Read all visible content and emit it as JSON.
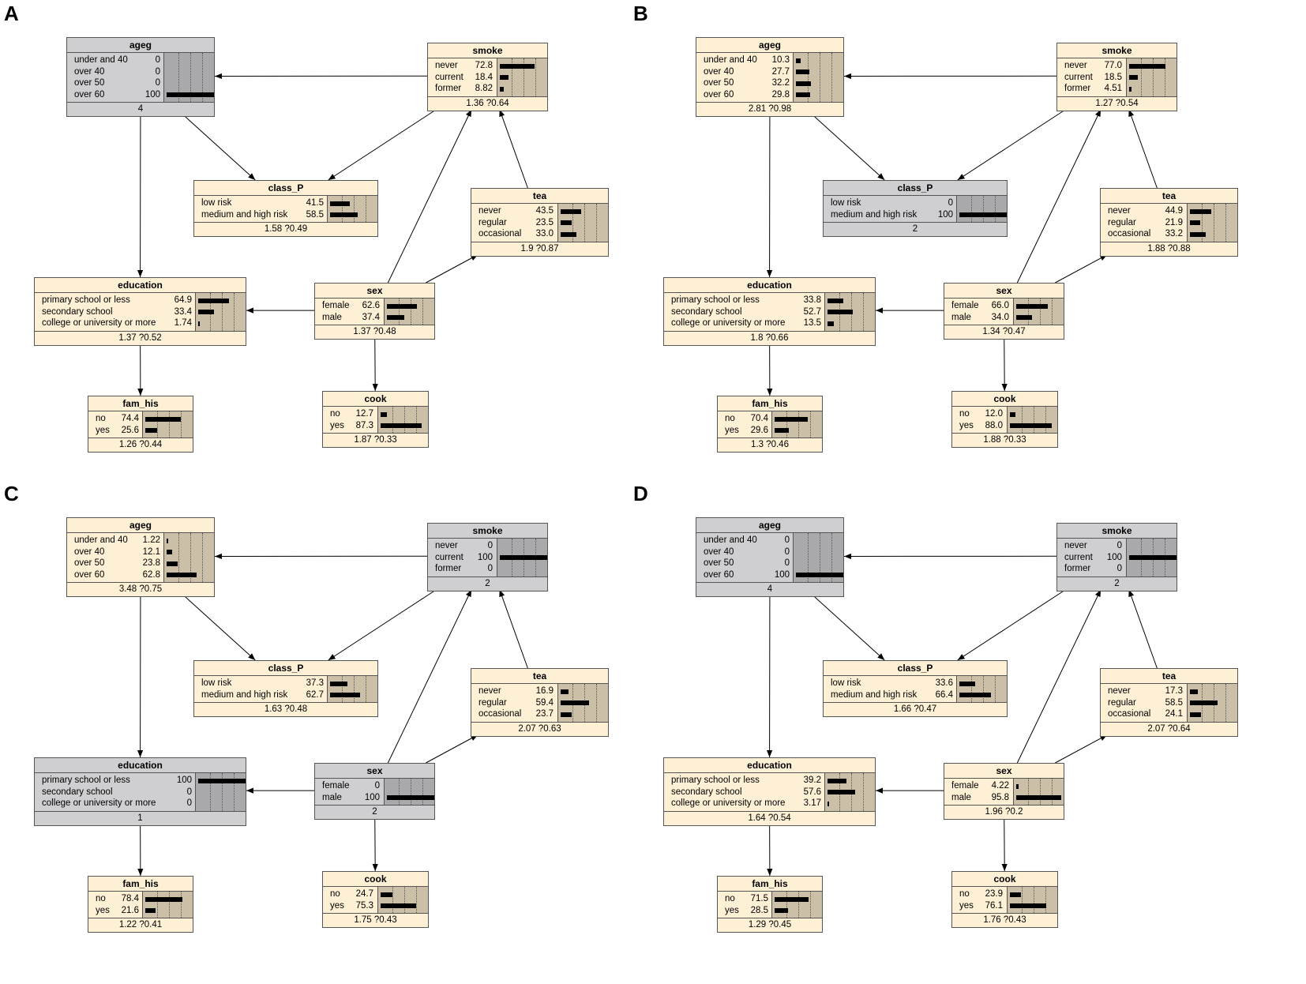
{
  "panels": [
    {
      "letter": "A",
      "nodes": {
        "ageg": {
          "title": "ageg",
          "evidence": true,
          "states": [
            [
              "under and 40",
              "0",
              0
            ],
            [
              "over 40",
              "0",
              0
            ],
            [
              "over 50",
              "0",
              0
            ],
            [
              "over 60",
              "100",
              100
            ]
          ],
          "mean": "4"
        },
        "smoke": {
          "title": "smoke",
          "evidence": false,
          "states": [
            [
              "never",
              "72.8",
              72.8
            ],
            [
              "current",
              "18.4",
              18.4
            ],
            [
              "former",
              "8.82",
              8.82
            ]
          ],
          "mean": "1.36 ?0.64"
        },
        "class_P": {
          "title": "class_P",
          "evidence": false,
          "states": [
            [
              "low risk",
              "41.5",
              41.5
            ],
            [
              "medium and high risk",
              "58.5",
              58.5
            ]
          ],
          "mean": "1.58 ?0.49"
        },
        "tea": {
          "title": "tea",
          "evidence": false,
          "states": [
            [
              "never",
              "43.5",
              43.5
            ],
            [
              "regular",
              "23.5",
              23.5
            ],
            [
              "occasional",
              "33.0",
              33.0
            ]
          ],
          "mean": "1.9 ?0.87"
        },
        "education": {
          "title": "education",
          "evidence": false,
          "states": [
            [
              "primary school or less",
              "64.9",
              64.9
            ],
            [
              "secondary school",
              "33.4",
              33.4
            ],
            [
              "college or university or more",
              "1.74",
              1.74
            ]
          ],
          "mean": "1.37 ?0.52"
        },
        "sex": {
          "title": "sex",
          "evidence": false,
          "states": [
            [
              "female",
              "62.6",
              62.6
            ],
            [
              "male",
              "37.4",
              37.4
            ]
          ],
          "mean": "1.37 ?0.48"
        },
        "fam_his": {
          "title": "fam_his",
          "evidence": false,
          "states": [
            [
              "no",
              "74.4",
              74.4
            ],
            [
              "yes",
              "25.6",
              25.6
            ]
          ],
          "mean": "1.26 ?0.44"
        },
        "cook": {
          "title": "cook",
          "evidence": false,
          "states": [
            [
              "no",
              "12.7",
              12.7
            ],
            [
              "yes",
              "87.3",
              87.3
            ]
          ],
          "mean": "1.87 ?0.33"
        }
      }
    },
    {
      "letter": "B",
      "nodes": {
        "ageg": {
          "title": "ageg",
          "evidence": false,
          "states": [
            [
              "under and 40",
              "10.3",
              10.3
            ],
            [
              "over 40",
              "27.7",
              27.7
            ],
            [
              "over 50",
              "32.2",
              32.2
            ],
            [
              "over 60",
              "29.8",
              29.8
            ]
          ],
          "mean": "2.81 ?0.98"
        },
        "smoke": {
          "title": "smoke",
          "evidence": false,
          "states": [
            [
              "never",
              "77.0",
              77.0
            ],
            [
              "current",
              "18.5",
              18.5
            ],
            [
              "former",
              "4.51",
              4.51
            ]
          ],
          "mean": "1.27 ?0.54"
        },
        "class_P": {
          "title": "class_P",
          "evidence": true,
          "states": [
            [
              "low risk",
              "0",
              0
            ],
            [
              "medium and high risk",
              "100",
              100
            ]
          ],
          "mean": "2"
        },
        "tea": {
          "title": "tea",
          "evidence": false,
          "states": [
            [
              "never",
              "44.9",
              44.9
            ],
            [
              "regular",
              "21.9",
              21.9
            ],
            [
              "occasional",
              "33.2",
              33.2
            ]
          ],
          "mean": "1.88 ?0.88"
        },
        "education": {
          "title": "education",
          "evidence": false,
          "states": [
            [
              "primary school or less",
              "33.8",
              33.8
            ],
            [
              "secondary school",
              "52.7",
              52.7
            ],
            [
              "college or university or more",
              "13.5",
              13.5
            ]
          ],
          "mean": "1.8 ?0.66"
        },
        "sex": {
          "title": "sex",
          "evidence": false,
          "states": [
            [
              "female",
              "66.0",
              66.0
            ],
            [
              "male",
              "34.0",
              34.0
            ]
          ],
          "mean": "1.34 ?0.47"
        },
        "fam_his": {
          "title": "fam_his",
          "evidence": false,
          "states": [
            [
              "no",
              "70.4",
              70.4
            ],
            [
              "yes",
              "29.6",
              29.6
            ]
          ],
          "mean": "1.3 ?0.46"
        },
        "cook": {
          "title": "cook",
          "evidence": false,
          "states": [
            [
              "no",
              "12.0",
              12.0
            ],
            [
              "yes",
              "88.0",
              88.0
            ]
          ],
          "mean": "1.88 ?0.33"
        }
      }
    },
    {
      "letter": "C",
      "nodes": {
        "ageg": {
          "title": "ageg",
          "evidence": false,
          "states": [
            [
              "under and 40",
              "1.22",
              1.22
            ],
            [
              "over 40",
              "12.1",
              12.1
            ],
            [
              "over 50",
              "23.8",
              23.8
            ],
            [
              "over 60",
              "62.8",
              62.8
            ]
          ],
          "mean": "3.48 ?0.75"
        },
        "smoke": {
          "title": "smoke",
          "evidence": true,
          "states": [
            [
              "never",
              "0",
              0
            ],
            [
              "current",
              "100",
              100
            ],
            [
              "former",
              "0",
              0
            ]
          ],
          "mean": "2"
        },
        "class_P": {
          "title": "class_P",
          "evidence": false,
          "states": [
            [
              "low risk",
              "37.3",
              37.3
            ],
            [
              "medium and high risk",
              "62.7",
              62.7
            ]
          ],
          "mean": "1.63 ?0.48"
        },
        "tea": {
          "title": "tea",
          "evidence": false,
          "states": [
            [
              "never",
              "16.9",
              16.9
            ],
            [
              "regular",
              "59.4",
              59.4
            ],
            [
              "occasional",
              "23.7",
              23.7
            ]
          ],
          "mean": "2.07 ?0.63"
        },
        "education": {
          "title": "education",
          "evidence": true,
          "states": [
            [
              "primary school or less",
              "100",
              100
            ],
            [
              "secondary school",
              "0",
              0
            ],
            [
              "college or university or more",
              "0",
              0
            ]
          ],
          "mean": "1"
        },
        "sex": {
          "title": "sex",
          "evidence": true,
          "states": [
            [
              "female",
              "0",
              0
            ],
            [
              "male",
              "100",
              100
            ]
          ],
          "mean": "2"
        },
        "fam_his": {
          "title": "fam_his",
          "evidence": false,
          "states": [
            [
              "no",
              "78.4",
              78.4
            ],
            [
              "yes",
              "21.6",
              21.6
            ]
          ],
          "mean": "1.22 ?0.41"
        },
        "cook": {
          "title": "cook",
          "evidence": false,
          "states": [
            [
              "no",
              "24.7",
              24.7
            ],
            [
              "yes",
              "75.3",
              75.3
            ]
          ],
          "mean": "1.75 ?0.43"
        }
      }
    },
    {
      "letter": "D",
      "nodes": {
        "ageg": {
          "title": "ageg",
          "evidence": true,
          "states": [
            [
              "under and 40",
              "0",
              0
            ],
            [
              "over 40",
              "0",
              0
            ],
            [
              "over 50",
              "0",
              0
            ],
            [
              "over 60",
              "100",
              100
            ]
          ],
          "mean": "4"
        },
        "smoke": {
          "title": "smoke",
          "evidence": true,
          "states": [
            [
              "never",
              "0",
              0
            ],
            [
              "current",
              "100",
              100
            ],
            [
              "former",
              "0",
              0
            ]
          ],
          "mean": "2"
        },
        "class_P": {
          "title": "class_P",
          "evidence": false,
          "states": [
            [
              "low risk",
              "33.6",
              33.6
            ],
            [
              "medium and high risk",
              "66.4",
              66.4
            ]
          ],
          "mean": "1.66 ?0.47"
        },
        "tea": {
          "title": "tea",
          "evidence": false,
          "states": [
            [
              "never",
              "17.3",
              17.3
            ],
            [
              "regular",
              "58.5",
              58.5
            ],
            [
              "occasional",
              "24.1",
              24.1
            ]
          ],
          "mean": "2.07 ?0.64"
        },
        "education": {
          "title": "education",
          "evidence": false,
          "states": [
            [
              "primary school or less",
              "39.2",
              39.2
            ],
            [
              "secondary school",
              "57.6",
              57.6
            ],
            [
              "college or university or more",
              "3.17",
              3.17
            ]
          ],
          "mean": "1.64 ?0.54"
        },
        "sex": {
          "title": "sex",
          "evidence": false,
          "states": [
            [
              "female",
              "4.22",
              4.22
            ],
            [
              "male",
              "95.8",
              95.8
            ]
          ],
          "mean": "1.96 ?0.2"
        },
        "fam_his": {
          "title": "fam_his",
          "evidence": false,
          "states": [
            [
              "no",
              "71.5",
              71.5
            ],
            [
              "yes",
              "28.5",
              28.5
            ]
          ],
          "mean": "1.29 ?0.45"
        },
        "cook": {
          "title": "cook",
          "evidence": false,
          "states": [
            [
              "no",
              "23.9",
              23.9
            ],
            [
              "yes",
              "76.1",
              76.1
            ]
          ],
          "mean": "1.76 ?0.43"
        }
      }
    }
  ]
}
